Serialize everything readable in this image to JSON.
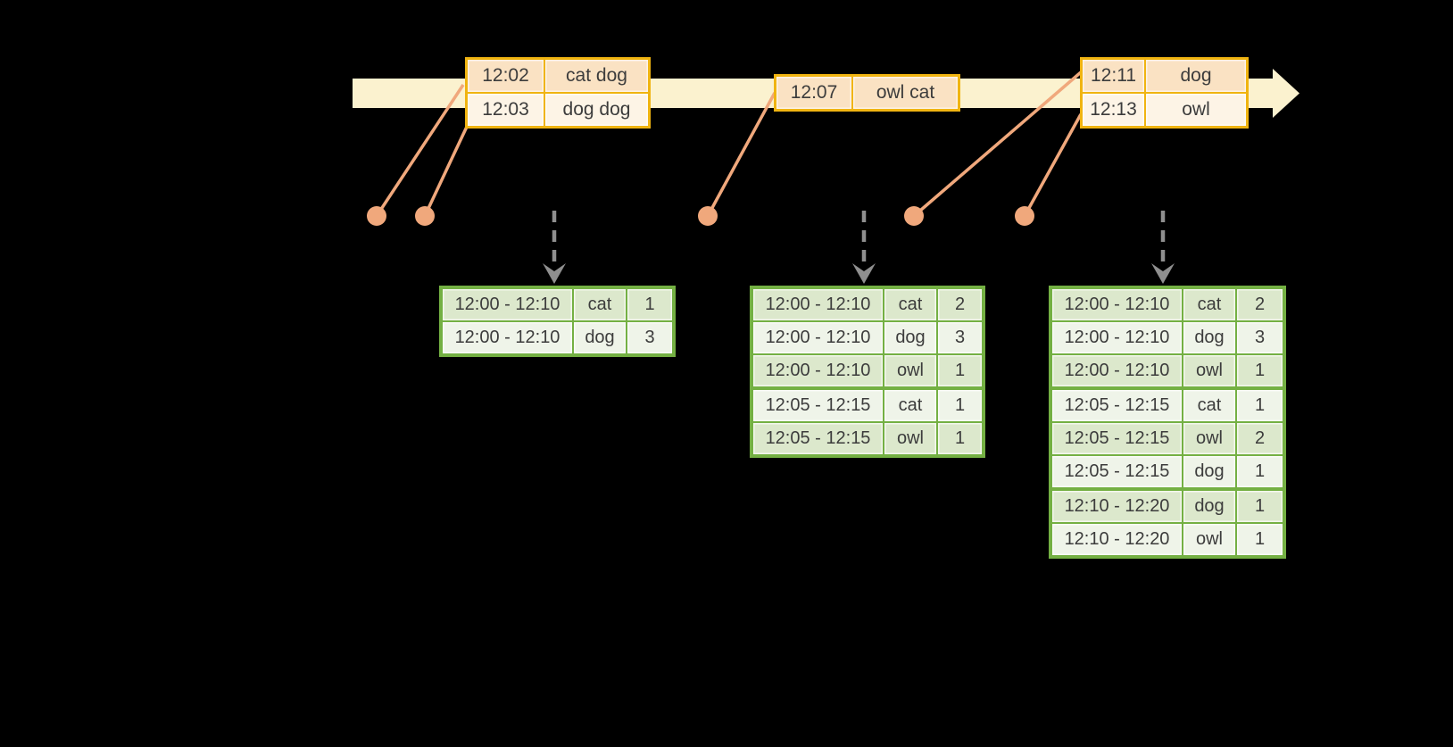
{
  "colors": {
    "background": "#000000",
    "timeline_fill": "#fbf2cf",
    "event_border": "#f0b411",
    "event_row_dark": "#fae2c3",
    "event_row_light": "#fdf4e6",
    "marker_salmon": "#f0a87c",
    "table_border_green": "#74b043",
    "table_row_dark": "#dce8cc",
    "table_row_light": "#eff4e9",
    "trigger_arrow_gray": "#8f8f8f",
    "text": "#3c3c3c"
  },
  "icons": {
    "timeline_arrowhead": "right-arrowhead",
    "trigger_arrow": "dashed-down-arrow",
    "event_marker": "filled-circle"
  },
  "timeline": {
    "event_tables": [
      {
        "rows": [
          {
            "time": "12:02",
            "words": "cat dog"
          },
          {
            "time": "12:03",
            "words": "dog dog"
          }
        ]
      },
      {
        "rows": [
          {
            "time": "12:07",
            "words": "owl cat"
          }
        ]
      },
      {
        "rows": [
          {
            "time": "12:11",
            "words": "dog"
          },
          {
            "time": "12:13",
            "words": "owl"
          }
        ]
      }
    ]
  },
  "result_tables": [
    {
      "groups": [
        [
          {
            "window": "12:00 - 12:10",
            "word": "cat",
            "count": "1"
          },
          {
            "window": "12:00 - 12:10",
            "word": "dog",
            "count": "3"
          }
        ]
      ]
    },
    {
      "groups": [
        [
          {
            "window": "12:00 - 12:10",
            "word": "cat",
            "count": "2"
          },
          {
            "window": "12:00 - 12:10",
            "word": "dog",
            "count": "3"
          },
          {
            "window": "12:00 - 12:10",
            "word": "owl",
            "count": "1"
          }
        ],
        [
          {
            "window": "12:05 - 12:15",
            "word": "cat",
            "count": "1"
          },
          {
            "window": "12:05 - 12:15",
            "word": "owl",
            "count": "1"
          }
        ]
      ]
    },
    {
      "groups": [
        [
          {
            "window": "12:00 - 12:10",
            "word": "cat",
            "count": "2"
          },
          {
            "window": "12:00 - 12:10",
            "word": "dog",
            "count": "3"
          },
          {
            "window": "12:00 - 12:10",
            "word": "owl",
            "count": "1"
          }
        ],
        [
          {
            "window": "12:05 - 12:15",
            "word": "cat",
            "count": "1"
          },
          {
            "window": "12:05 - 12:15",
            "word": "owl",
            "count": "2"
          },
          {
            "window": "12:05 - 12:15",
            "word": "dog",
            "count": "1"
          }
        ],
        [
          {
            "window": "12:10 - 12:20",
            "word": "dog",
            "count": "1"
          },
          {
            "window": "12:10 - 12:20",
            "word": "owl",
            "count": "1"
          }
        ]
      ]
    }
  ]
}
